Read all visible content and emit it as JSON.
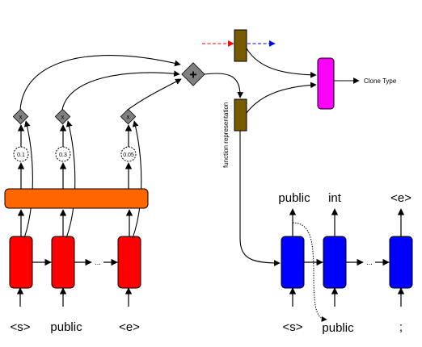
{
  "encoder": {
    "tokens": [
      "<s>",
      "public",
      "<e>"
    ],
    "weights": [
      "0.1",
      "0.3",
      "0.05"
    ],
    "ellipsis": "...",
    "cell_color": "#ff0000",
    "attention_bar_color": "#ff6600"
  },
  "attention": {
    "multiply_symbol": "x",
    "sum_symbol": "+",
    "node_color": "#808080"
  },
  "decoder": {
    "inputs": [
      "<s>",
      "public",
      ";"
    ],
    "outputs": [
      "public",
      "int",
      "<e>"
    ],
    "ellipsis": "...",
    "cell_color": "#0000ff"
  },
  "representation": {
    "function_label": "function representation",
    "vector_color": "#7a5a00"
  },
  "classifier": {
    "output_label": "Clone Type",
    "color": "#ff00ff",
    "arrow_colors": [
      "#ff0000",
      "#0000ff"
    ]
  }
}
